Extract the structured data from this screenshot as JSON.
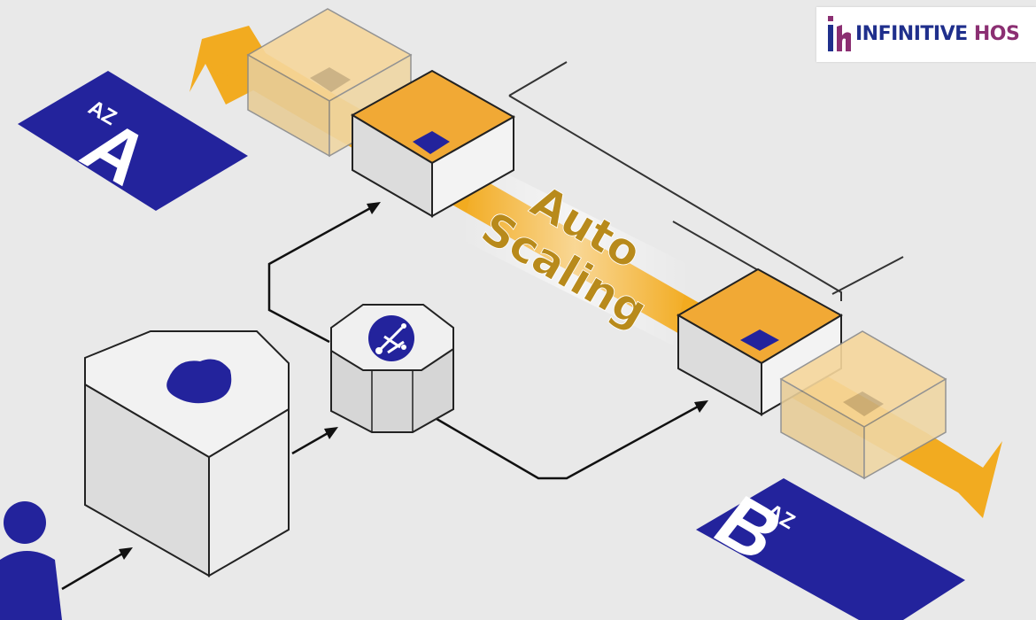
{
  "brand": {
    "name_primary": "INFINITIVE",
    "name_secondary": "HOS",
    "colors": {
      "primary": "#1f2f8c",
      "accent": "#8b2f72"
    }
  },
  "zones": {
    "a": {
      "prefix": "AZ",
      "letter": "A"
    },
    "b": {
      "prefix": "AZ",
      "letter": "B"
    }
  },
  "autoscaling": {
    "line1": "Auto",
    "line2": "Scaling"
  },
  "icons": {
    "user": "user-icon",
    "waf": "shield-icon",
    "load_balancer": "load-balancer-icon",
    "instance": "instance-chip-icon"
  },
  "colors": {
    "zone_blue": "#23239c",
    "arrow_band": "#f2ab20",
    "instance_top": "#f1a935",
    "label_gold": "#b88a1b"
  }
}
